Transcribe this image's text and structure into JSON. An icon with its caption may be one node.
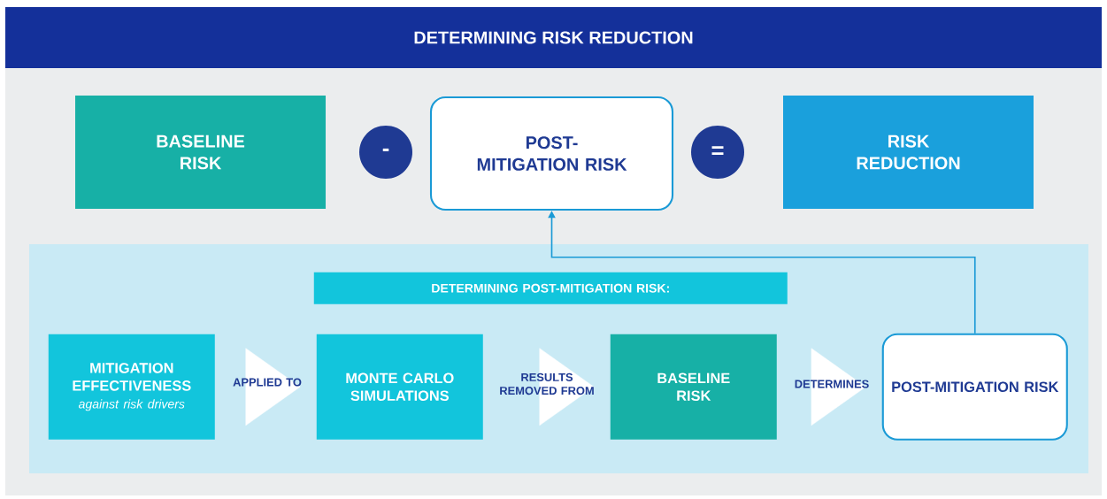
{
  "diagram": {
    "title": "DETERMINING RISK REDUCTION",
    "nodes": [
      {
        "text": [
          "BASELINE RISK"
        ]
      },
      {
        "text": [
          "-"
        ]
      },
      {
        "text": [
          "POST-MITIGATION RISK"
        ]
      },
      {
        "text": [
          "="
        ]
      },
      {
        "text": [
          "RISK REDUCTION"
        ]
      },
      {
        "text": [],
        "shape": "box"
      },
      {
        "text": [
          "DETERMINING POST-MITIGATION RISK:"
        ],
        "in": 5
      },
      {
        "text": [
          "MITIGATION EFFECTIVENESS",
          "against risk drivers"
        ],
        "in": 5
      },
      {
        "text": [
          "MONTE CARLO SIMULATIONS"
        ],
        "in": 5
      },
      {
        "text": [
          "BASELINE RISK"
        ],
        "in": 5
      },
      {
        "text": [
          "POST-MITIGATION RISK"
        ],
        "in": 5
      }
    ],
    "edges": [
      {
        "from": 7,
        "to": 8,
        "arrow": "to",
        "label": "APPLIED TO"
      },
      {
        "from": 8,
        "to": 9,
        "arrow": "to",
        "label": "RESULTS REMOVED FROM"
      },
      {
        "from": 9,
        "to": 10,
        "arrow": "to",
        "label": "DETERMINES"
      },
      {
        "from": 10,
        "to": 2,
        "arrow": "to",
        "color": "#1a9ad6"
      }
    ]
  }
}
